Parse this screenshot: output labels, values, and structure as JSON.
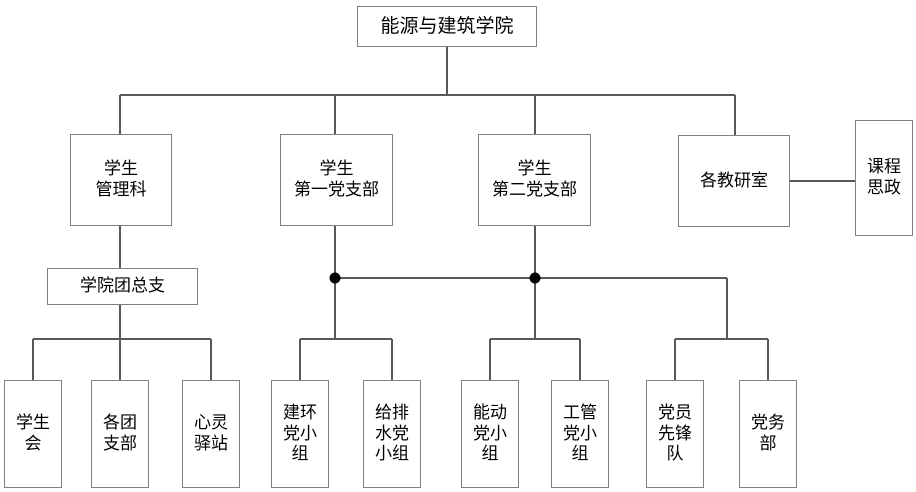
{
  "diagram": {
    "title_node": {
      "id": "root",
      "label": "能源与建筑学院"
    },
    "level2": [
      {
        "id": "student-admin",
        "label": "学生\n管理科"
      },
      {
        "id": "party-branch-1",
        "label": "学生\n第一党支部"
      },
      {
        "id": "party-branch-2",
        "label": "学生\n第二党支部"
      },
      {
        "id": "teaching-rooms",
        "label": "各教研室"
      }
    ],
    "side": [
      {
        "id": "curriculum-ideology",
        "label": "课程\n思政"
      }
    ],
    "level3": [
      {
        "id": "youth-league",
        "label": "学院团总支"
      }
    ],
    "leaves": [
      {
        "id": "student-union",
        "label": "学生\n会"
      },
      {
        "id": "league-branches",
        "label": "各团\n支部"
      },
      {
        "id": "heart-station",
        "label": "心灵\n驿站"
      },
      {
        "id": "jianhuan-group",
        "label": "建环\n党小\n组"
      },
      {
        "id": "jipaishui-group",
        "label": "给排\n水党\n小组"
      },
      {
        "id": "nengdong-group",
        "label": "能动\n党小\n组"
      },
      {
        "id": "gongguan-group",
        "label": "工管\n党小\n组"
      },
      {
        "id": "party-vanguard",
        "label": "党员\n先锋\n队"
      },
      {
        "id": "party-affairs",
        "label": "党务\n部"
      }
    ],
    "colors": {
      "box_border": "#808080",
      "edge_line": "#595959",
      "junction_dot": "#000000",
      "text": "#000000",
      "background": "#ffffff"
    }
  }
}
